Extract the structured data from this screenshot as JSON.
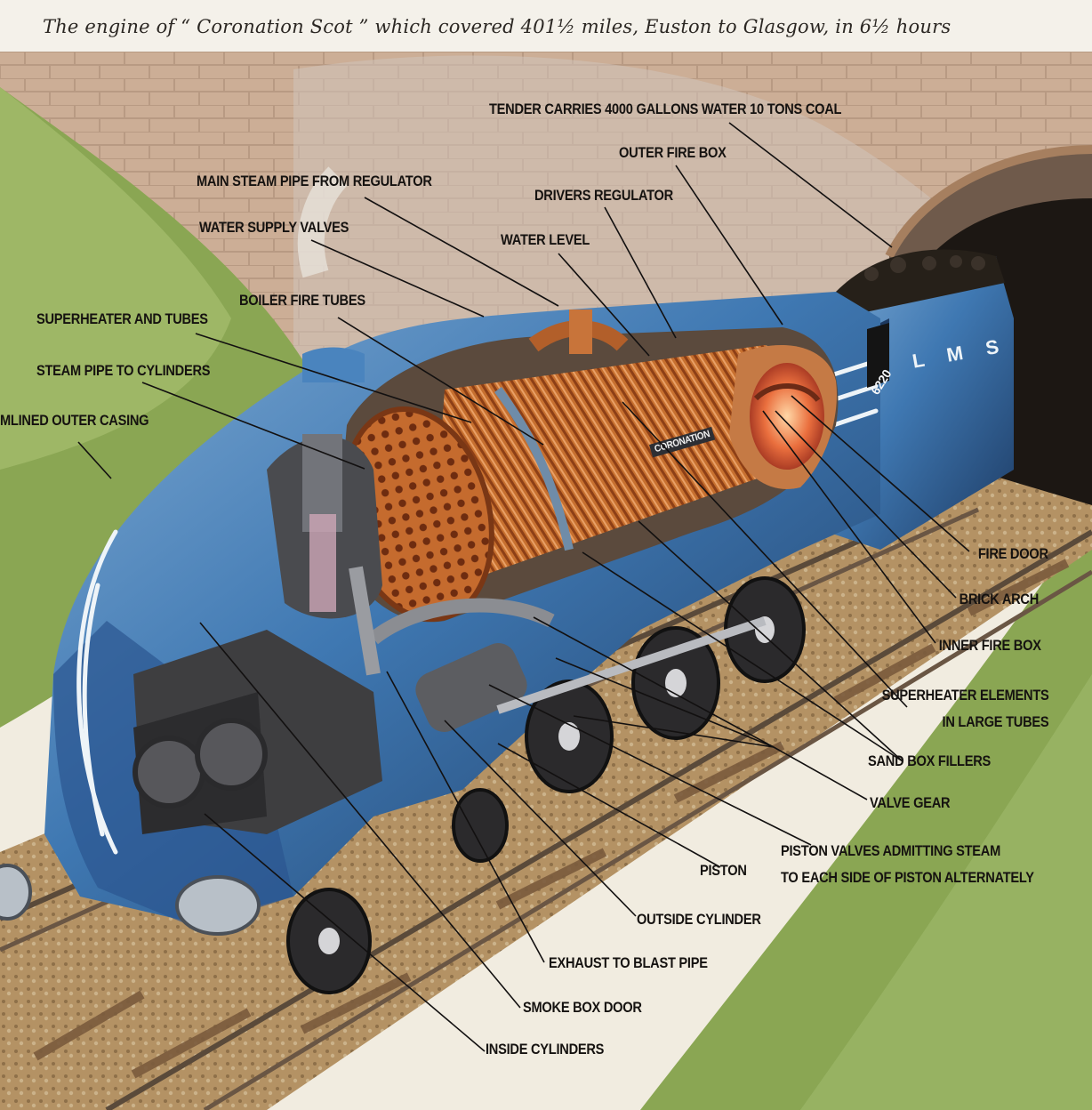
{
  "caption": "The engine of “ Coronation Scot ” which covered 401½ miles, Euston to Glasgow, in 6½ hours",
  "nameplate": "CORONATION",
  "number": "6220",
  "livery": "L M S",
  "labels": {
    "tender": "TENDER CARRIES 4000 GALLONS WATER  10 TONS COAL",
    "outer_fire_box": "OUTER FIRE BOX",
    "main_steam_pipe": "MAIN STEAM PIPE FROM REGULATOR",
    "drivers_regulator": "DRIVERS REGULATOR",
    "water_supply_valves": "WATER SUPPLY VALVES",
    "water_level": "WATER LEVEL",
    "boiler_fire_tubes": "BOILER FIRE TUBES",
    "superheater_and_tubes": "SUPERHEATER AND TUBES",
    "steam_pipe_to_cylinders": "STEAM PIPE TO CYLINDERS",
    "streamlined_outer_casing": "MLINED OUTER CASING",
    "fire_door": "FIRE DOOR",
    "brick_arch": "BRICK ARCH",
    "inner_fire_box": "INNER FIRE BOX",
    "superheater_elements_1": "SUPERHEATER ELEMENTS",
    "superheater_elements_2": "IN LARGE TUBES",
    "sand_box_fillers": "SAND BOX FILLERS",
    "valve_gear": "VALVE GEAR",
    "piston_valves_1": "PISTON VALVES ADMITTING STEAM",
    "piston_valves_2": "TO EACH SIDE OF PISTON ALTERNATELY",
    "piston": "PISTON",
    "outside_cylinder": "OUTSIDE CYLINDER",
    "exhaust_to_blast_pipe": "EXHAUST TO BLAST PIPE",
    "smoke_box_door": "SMOKE BOX DOOR",
    "inside_cylinders": "INSIDE CYLINDERS"
  },
  "colors": {
    "casing_blue": "#3d78b4",
    "casing_shadow": "#1f3f6a",
    "stripe": "#e8f0f6",
    "boiler_copper": "#c86a2c",
    "firebox_glow": "#e66a3c",
    "brick": "#b78a6a",
    "grass": "#7f9a4a",
    "ballast": "#b59566"
  }
}
